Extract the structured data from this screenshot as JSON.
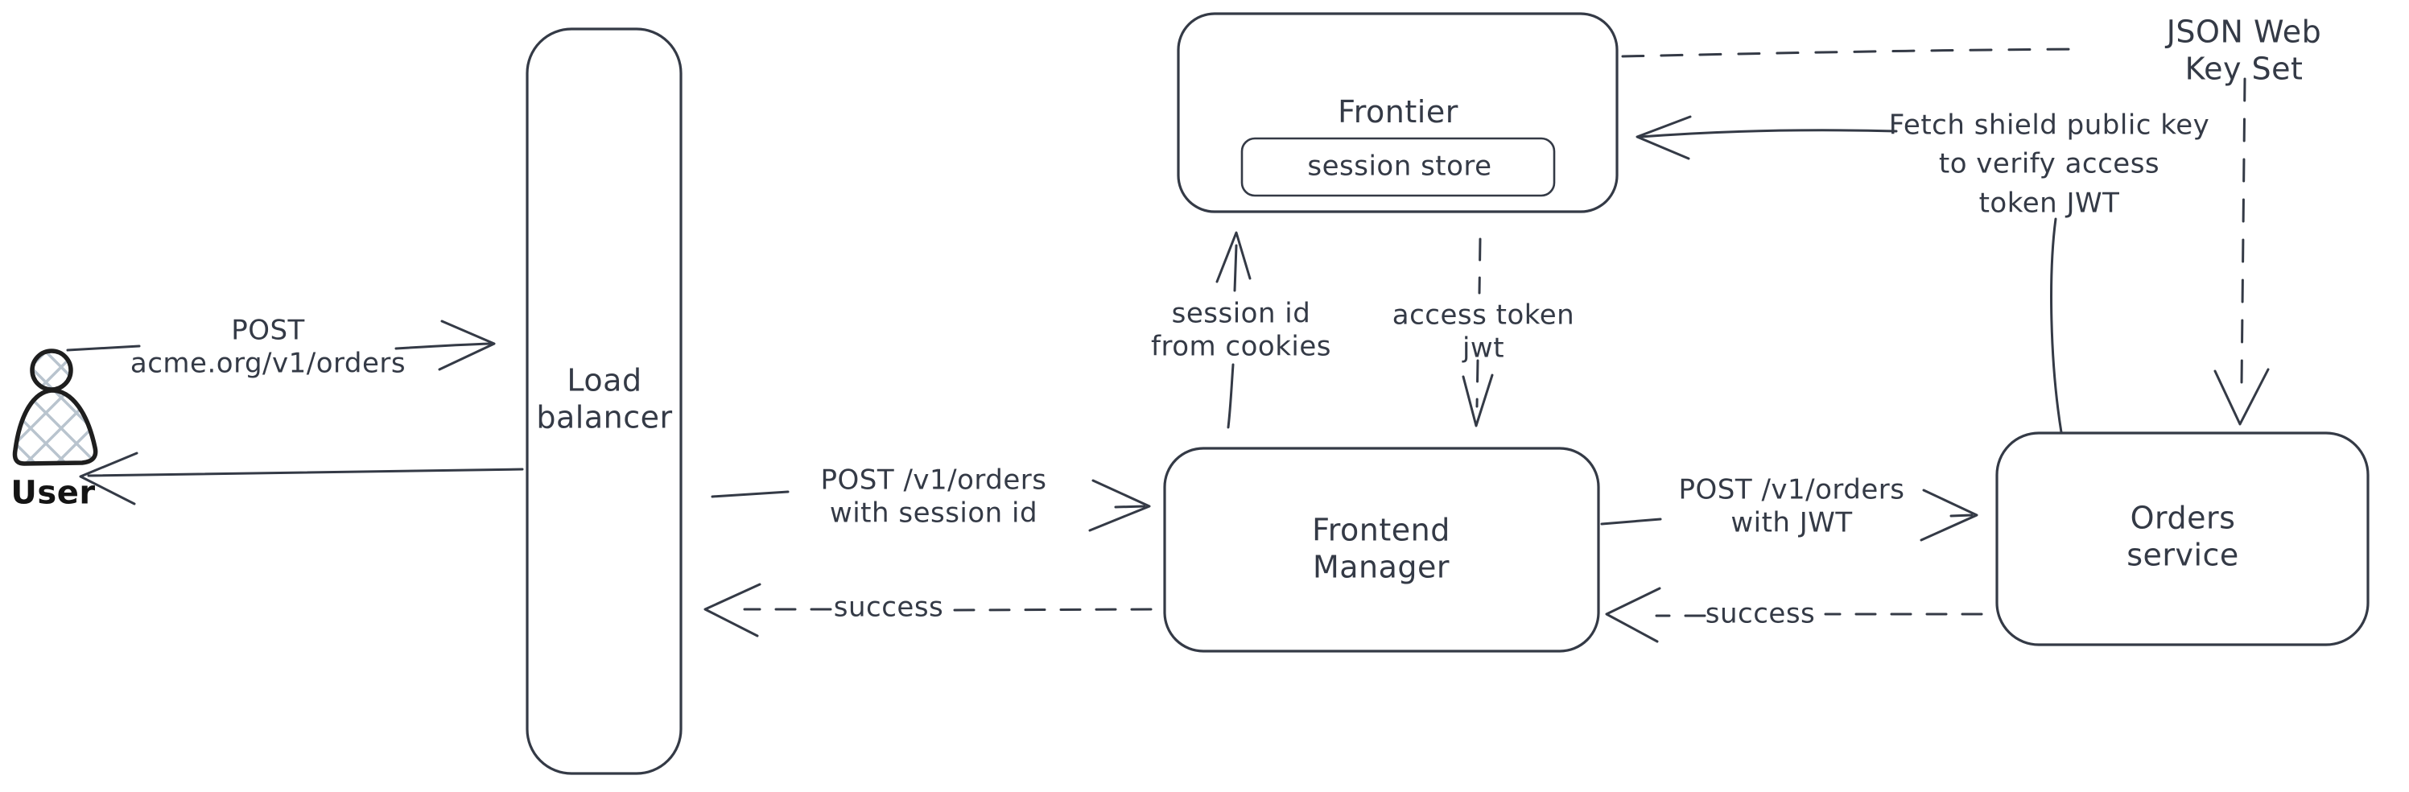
{
  "diagram": {
    "title": "Order request authentication flow",
    "background": "#ffffff",
    "stroke_color": "#343a46",
    "user_stroke_color": "#1e1e1e",
    "hatch_fill_color": "#b9c4ce"
  },
  "nodes": {
    "user": {
      "label": "User"
    },
    "load_balancer": {
      "label": "Load\nbalancer"
    },
    "frontier": {
      "label": "Frontier"
    },
    "session_store": {
      "label": "session store"
    },
    "frontend_manager": {
      "label": "Frontend\nManager"
    },
    "orders_service": {
      "label": "Orders service"
    }
  },
  "edges": {
    "user_to_lb": {
      "label": "POST\nacme.org/v1/orders",
      "style": "solid",
      "direction": "right"
    },
    "lb_to_user": {
      "label": "",
      "style": "solid",
      "direction": "left"
    },
    "lb_to_fm": {
      "label": "POST /v1/orders\nwith session id",
      "style": "solid",
      "direction": "right"
    },
    "fm_to_lb_success": {
      "label": "success",
      "style": "dashed",
      "direction": "left"
    },
    "fm_to_frontier": {
      "label": "session id\nfrom cookies",
      "style": "solid",
      "direction": "up"
    },
    "frontier_to_fm": {
      "label": "access token\njwt",
      "style": "dashed",
      "direction": "down"
    },
    "fm_to_orders": {
      "label": "POST /v1/orders\nwith JWT",
      "style": "solid",
      "direction": "right"
    },
    "orders_to_fm_success": {
      "label": "success",
      "style": "dashed",
      "direction": "left"
    },
    "orders_to_frontier": {
      "label": "Fetch shield public key\nto verify access\ntoken JWT",
      "style": "solid",
      "direction": "left"
    },
    "jwks_to_frontier": {
      "label": "JSON Web Key Set",
      "style": "dashed",
      "direction": "left"
    },
    "jwks_to_orders": {
      "label": "",
      "style": "dashed",
      "direction": "down"
    }
  }
}
